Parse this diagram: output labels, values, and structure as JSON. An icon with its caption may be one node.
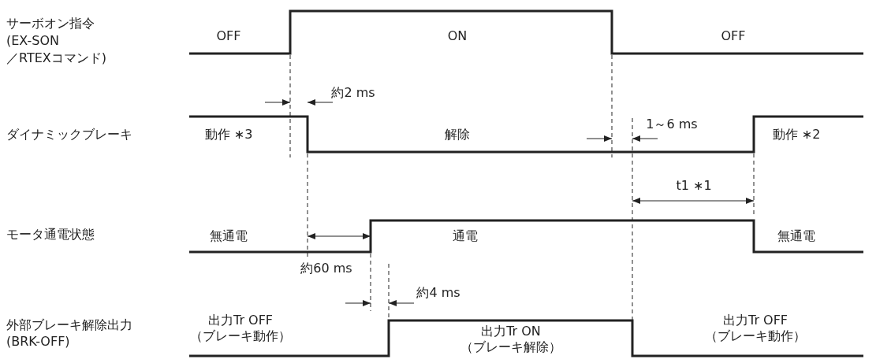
{
  "diagram": {
    "labels": [
      "サーボオン指令",
      "(EX-SON",
      "／RTEXコマンド)",
      "OFF",
      "ON",
      "OFF",
      "約2 ms",
      "ダイナミックブレーキ",
      "1～6 ms",
      "動作 ∗3",
      "解除",
      "動作 ∗2",
      "t1 ∗1",
      "モータ通電状態",
      "無通電",
      "通電",
      "無通電",
      "約60 ms",
      "約4 ms",
      "外部ブレーキ解除出力",
      "(BRK-OFF)",
      "出力Tr OFF",
      "（ブレーキ動作）",
      "出力Tr ON",
      "（ブレーキ解除）",
      "出力Tr OFF",
      "（ブレーキ動作）"
    ]
  }
}
